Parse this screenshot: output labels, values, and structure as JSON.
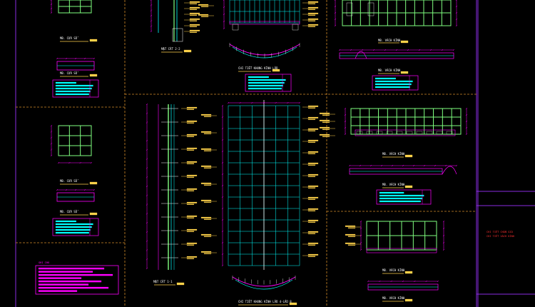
{
  "drawing": {
    "colors": {
      "background": "#000000",
      "frame": "#8a2be2",
      "grid_green": "#7fff7f",
      "cyan": "#00ffff",
      "magenta": "#ff00ff",
      "yellow": "#ffd24a",
      "red": "#ff3030",
      "white": "#ffffff",
      "orange_dash": "#d28a28"
    },
    "labels": {
      "door_1": "MB. CỬA SỔ",
      "door_2": "MB. CỬA SỔ",
      "door_3": "MB. CỬA SỔ",
      "door_4": "MB. CỬA SỔ",
      "section_22": "MẶT CẮT 2-2",
      "section_11": "MẶT CẮT 1-1",
      "detail_top": "CHI TIẾT KHUNG KÍNH LẦU",
      "detail_bottom": "CHI TIẾT KHUNG KÍNH LẦU 4-LẦU 8",
      "glass_1": "MB. VÁCH KÍNH",
      "glass_2": "MB. VÁCH KÍNH",
      "glass_3": "MB. VÁCH KÍNH",
      "glass_4": "MB. VÁCH KÍNH",
      "glass_5": "MB. VÁCH KÍNH",
      "glass_6": "MB. VÁCH KÍNH",
      "notes_title": "GHI CHÚ",
      "title_block_1": "CHI TIẾT CHẮN GIÓ",
      "title_block_2": "CHI TIẾT VÁCH KÍNH"
    }
  }
}
